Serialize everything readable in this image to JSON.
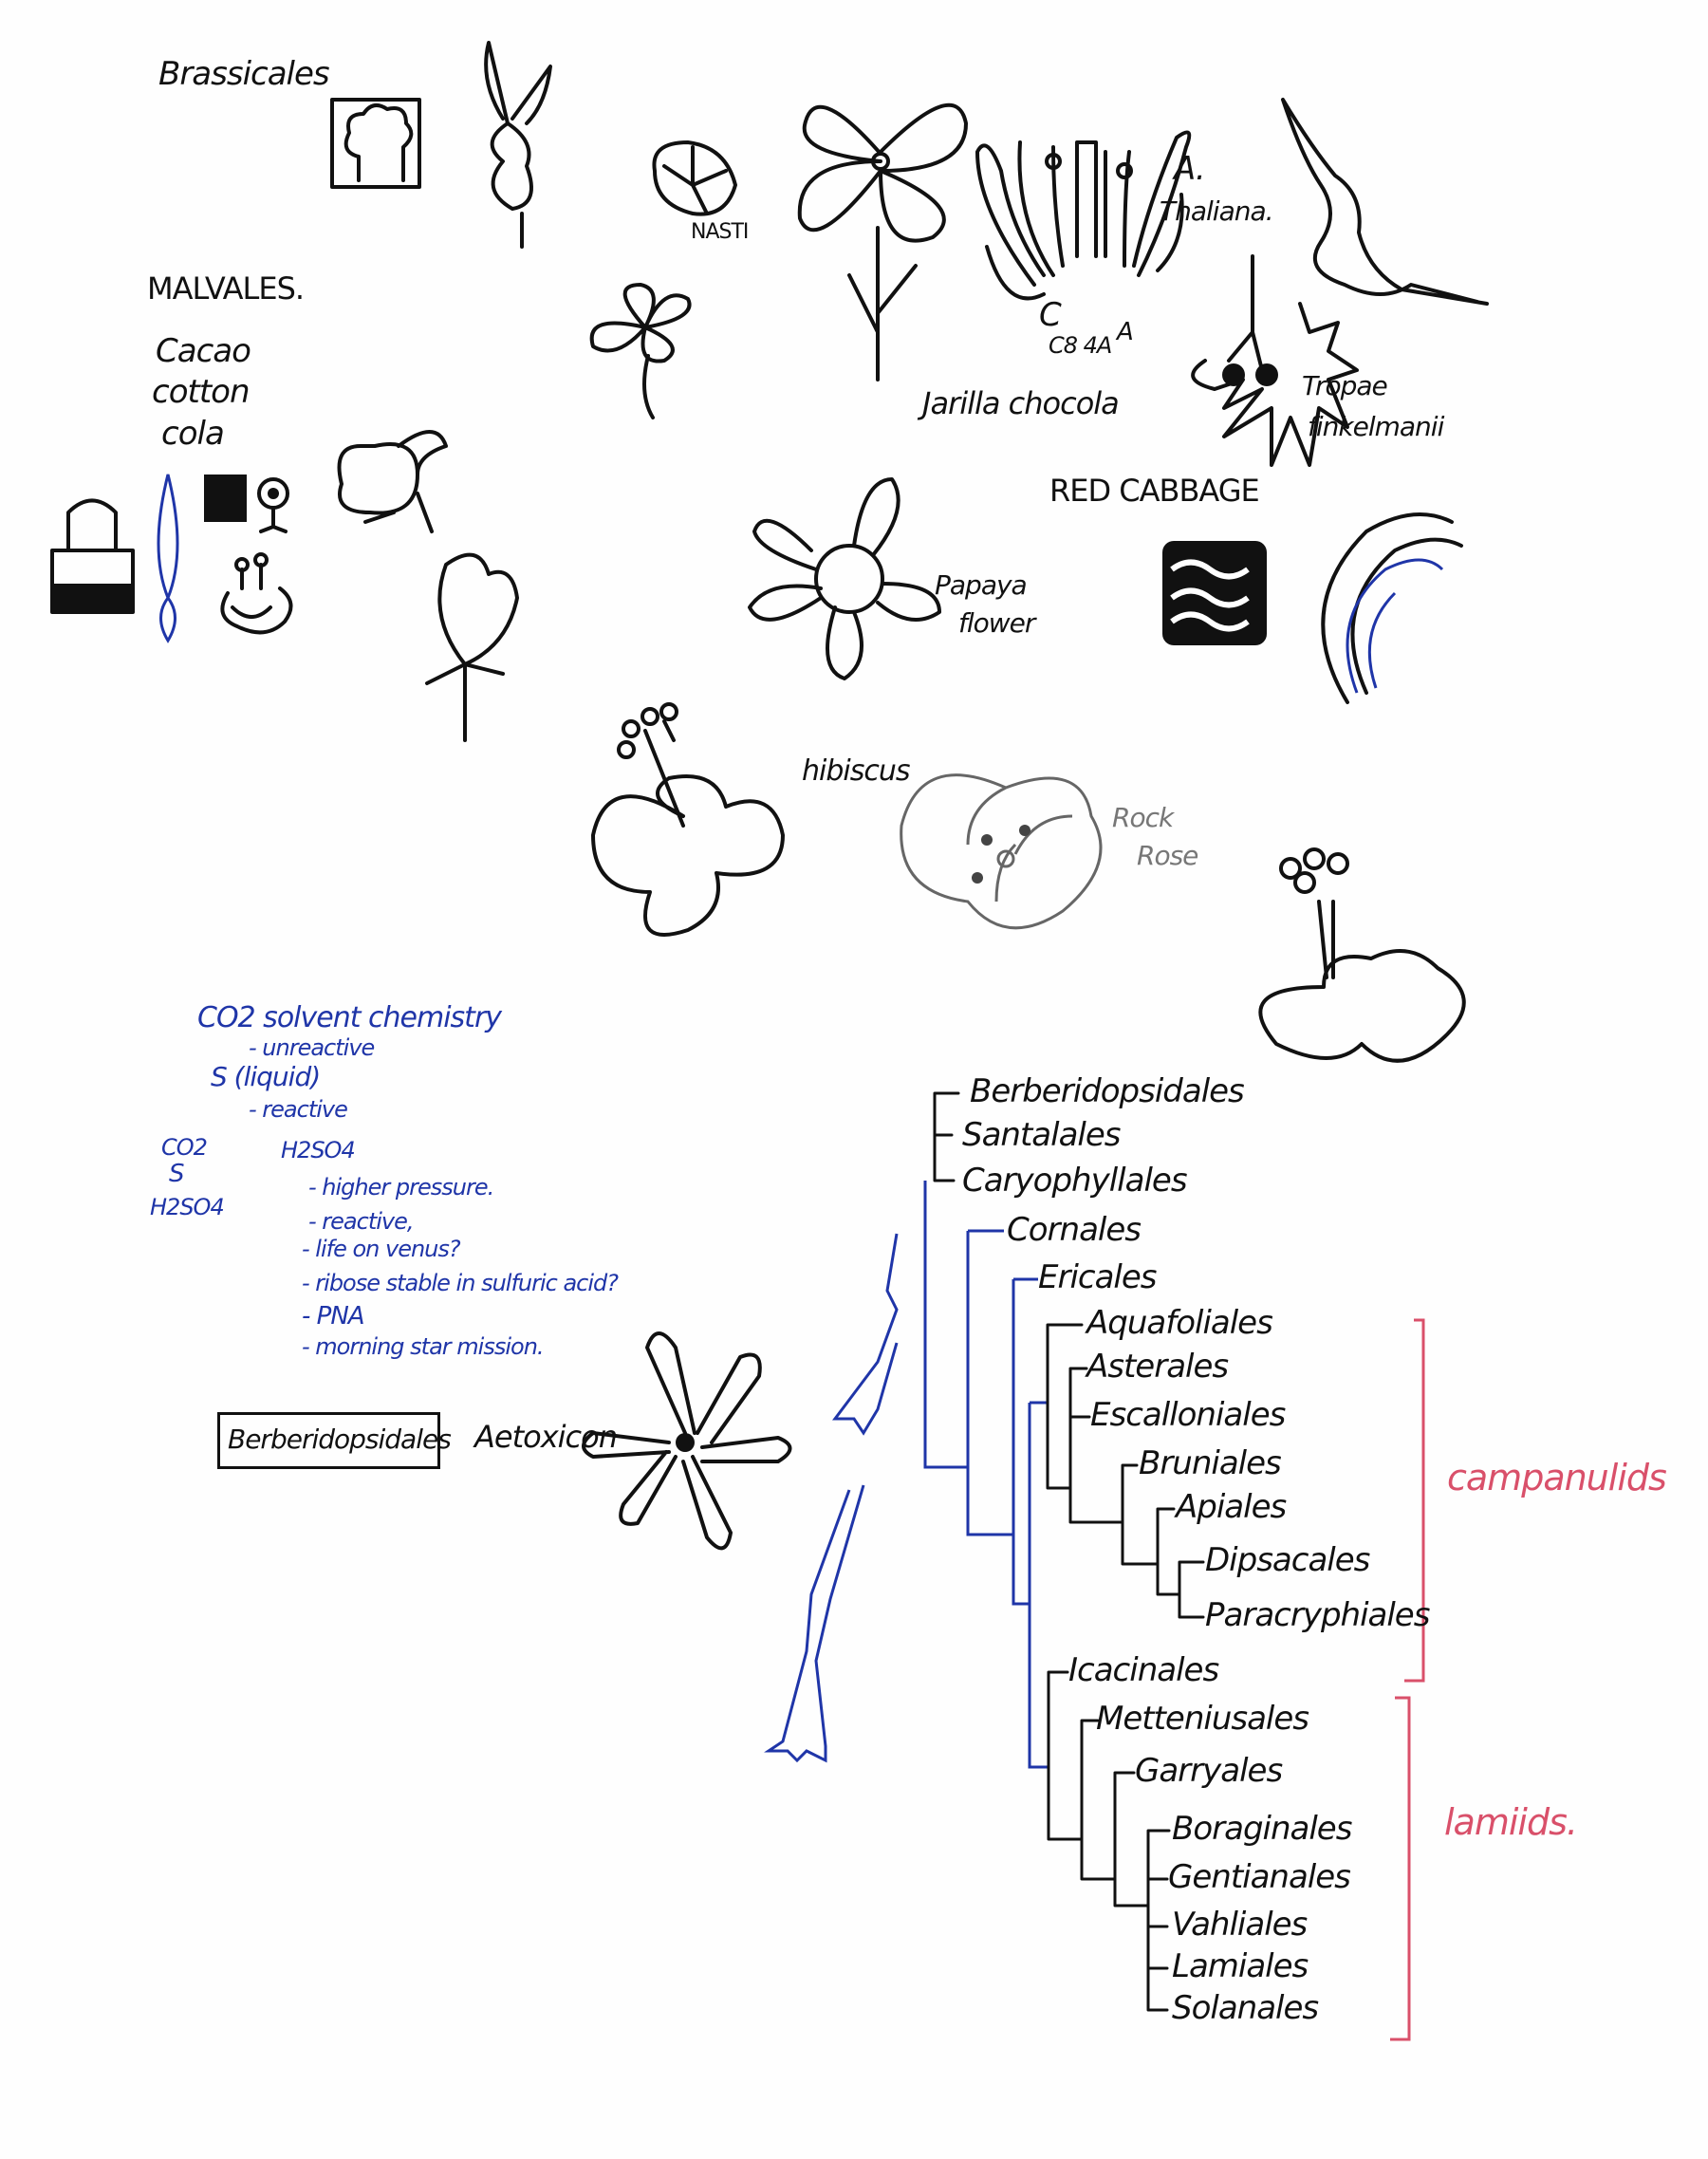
{
  "headings": {
    "brassicales": "Brassicales",
    "malvales": "MALVALES.",
    "malvales_examples": [
      "Cacao",
      "cotton",
      "cola"
    ]
  },
  "sketch_labels": {
    "nasti": "NASTI",
    "a_thaliana_1": "A.",
    "a_thaliana_2": "Thaliana.",
    "c": "C",
    "c8_4a": "C8 4A",
    "a": "A",
    "jarilla": "Jarilla chocola",
    "tropae_1": "Tropae",
    "tropae_2": "finkelmanii",
    "red_cabbage": "RED CABBAGE",
    "papaya_1": "Papaya",
    "papaya_2": "flower",
    "hibiscus": "hibiscus",
    "rock_rose_1": "Rock",
    "rock_rose_2": "Rose",
    "berberidopsidales_box": "Berberidopsidales",
    "aetoxicon": "Aetoxicon"
  },
  "notes": {
    "title": "CO2 solvent chemistry",
    "co2_point": "- unreactive",
    "s_liquid": "S (liquid)",
    "s_point": "- reactive",
    "list": [
      "CO2",
      "S",
      "H2SO4"
    ],
    "h2so4": "H2SO4",
    "h2so4_points": [
      "- higher pressure.",
      "- reactive,",
      "- life on venus?",
      "- ribose stable in sulfuric acid?",
      "- PNA",
      "- morning star mission."
    ]
  },
  "tree": {
    "taxa": [
      "Berberidopsidales",
      "Santalales",
      "Caryophyllales",
      "Cornales",
      "Ericales",
      "Aquafoliales",
      "Asterales",
      "Escalloniales",
      "Bruniales",
      "Apiales",
      "Dipsacales",
      "Paracryphiales",
      "Icacinales",
      "Metteniusales",
      "Garryales",
      "Boraginales",
      "Gentianales",
      "Vahliales",
      "Lamiales",
      "Solanales"
    ],
    "groups": {
      "campanulids": "campanulids",
      "lamiids": "lamiids."
    },
    "colors": {
      "ink": "#111111",
      "blue": "#1f35a8",
      "red": "#d9506a"
    }
  }
}
